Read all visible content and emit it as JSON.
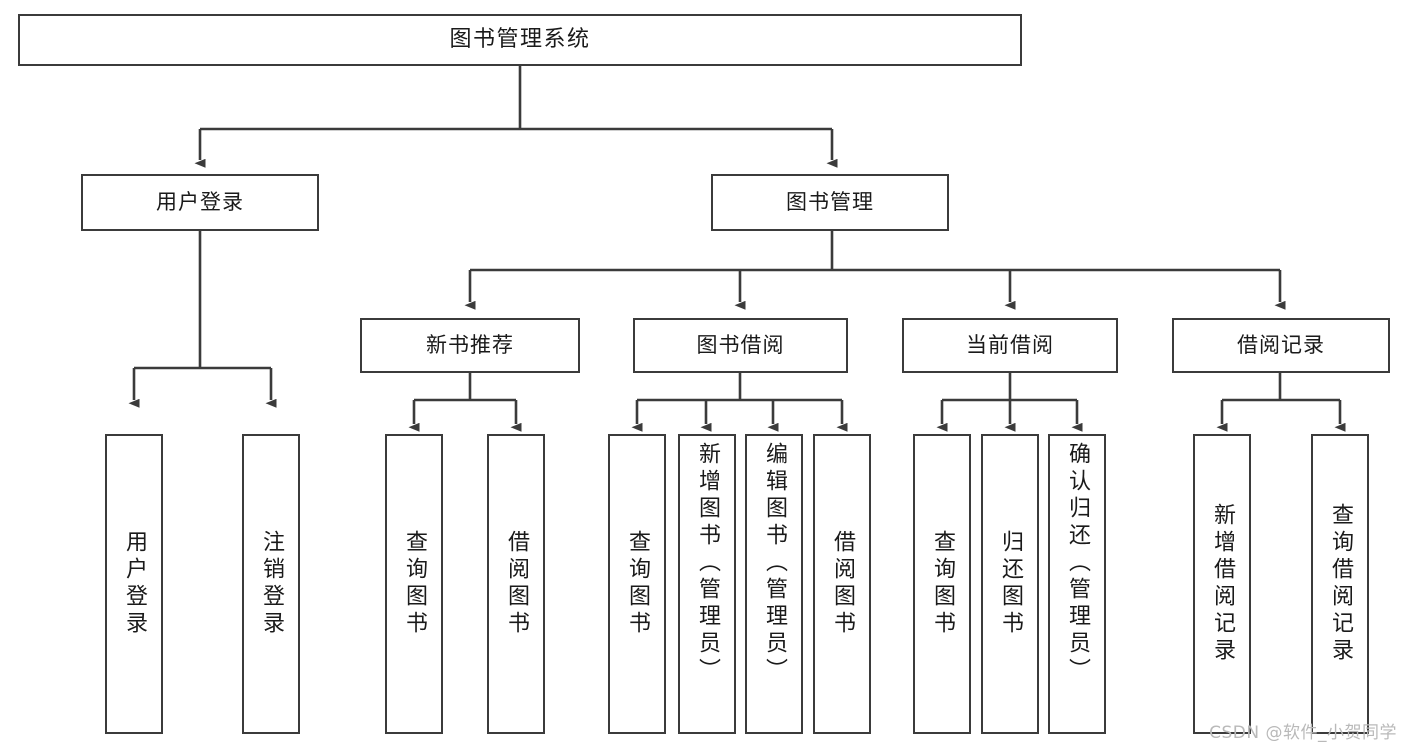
{
  "diagram": {
    "title": "图书管理系统",
    "type": "tree-hierarchy-chart",
    "watermark": "CSDN @软件_小贺同学",
    "style": {
      "box_border_color": "#3b3b3b",
      "box_fill_color": "#ffffff",
      "connector_color": "#3b3b3b",
      "text_color": "#1a1a1a",
      "background": "#ffffff"
    },
    "levels": {
      "root": {
        "label": "图书管理系统"
      },
      "level2": [
        {
          "id": "user-login",
          "label": "用户登录"
        },
        {
          "id": "book-manage",
          "label": "图书管理"
        }
      ],
      "level3": [
        {
          "id": "new-book-recommend",
          "label": "新书推荐",
          "parent": "book-manage"
        },
        {
          "id": "book-borrow",
          "label": "图书借阅",
          "parent": "book-manage"
        },
        {
          "id": "current-borrow",
          "label": "当前借阅",
          "parent": "book-manage"
        },
        {
          "id": "borrow-record",
          "label": "借阅记录",
          "parent": "book-manage"
        }
      ],
      "leaves": [
        {
          "id": "leaf-user-login",
          "label": "用户登录",
          "parent": "user-login"
        },
        {
          "id": "leaf-logout",
          "label": "注销登录",
          "parent": "user-login"
        },
        {
          "id": "leaf-query-book-1",
          "label": "查询图书",
          "parent": "new-book-recommend"
        },
        {
          "id": "leaf-borrow-book-1",
          "label": "借阅图书",
          "parent": "new-book-recommend"
        },
        {
          "id": "leaf-query-book-2",
          "label": "查询图书",
          "parent": "book-borrow"
        },
        {
          "id": "leaf-add-book",
          "label": "新增图书（管理员）",
          "parent": "book-borrow"
        },
        {
          "id": "leaf-edit-book",
          "label": "编辑图书（管理员）",
          "parent": "book-borrow"
        },
        {
          "id": "leaf-borrow-book-2",
          "label": "借阅图书",
          "parent": "book-borrow"
        },
        {
          "id": "leaf-query-book-3",
          "label": "查询图书",
          "parent": "current-borrow"
        },
        {
          "id": "leaf-return-book",
          "label": "归还图书",
          "parent": "current-borrow"
        },
        {
          "id": "leaf-confirm-return",
          "label": "确认归还（管理员）",
          "parent": "current-borrow"
        },
        {
          "id": "leaf-add-record",
          "label": "新增借阅记录",
          "parent": "borrow-record"
        },
        {
          "id": "leaf-query-record",
          "label": "查询借阅记录",
          "parent": "borrow-record"
        }
      ]
    }
  }
}
